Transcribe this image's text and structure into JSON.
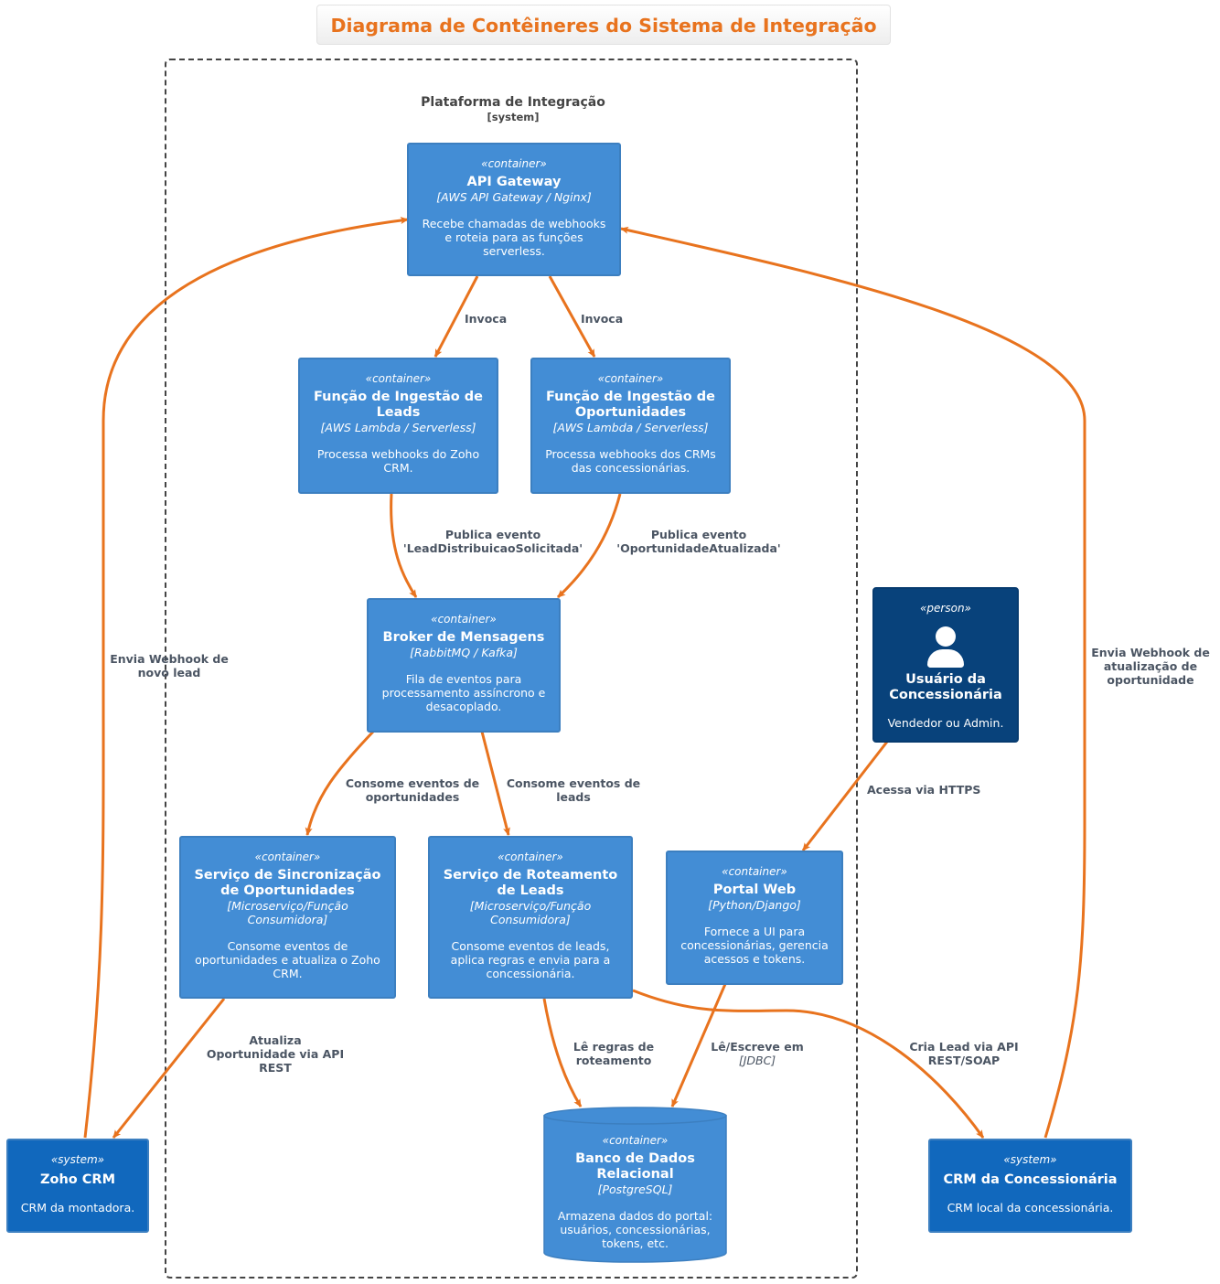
{
  "title": "Diagrama de Contêineres do Sistema de Integração",
  "boundary": {
    "name": "Plataforma de Integração",
    "type": "[system]"
  },
  "nodes": {
    "api_gateway": {
      "stereotype": "«container»",
      "name": "API Gateway",
      "tech": "[AWS API Gateway / Nginx]",
      "desc": "Recebe chamadas de webhooks e roteia para as funções serverless."
    },
    "lead_fn": {
      "stereotype": "«container»",
      "name": "Função de Ingestão de Leads",
      "tech": "[AWS Lambda / Serverless]",
      "desc": "Processa webhooks do Zoho CRM."
    },
    "opp_fn": {
      "stereotype": "«container»",
      "name": "Função de Ingestão de Oportunidades",
      "tech": "[AWS Lambda / Serverless]",
      "desc": "Processa webhooks dos CRMs das concessionárias."
    },
    "broker": {
      "stereotype": "«container»",
      "name": "Broker de Mensagens",
      "tech": "[RabbitMQ / Kafka]",
      "desc": "Fila de eventos para processamento assíncrono e desacoplado."
    },
    "sync_svc": {
      "stereotype": "«container»",
      "name": "Serviço de Sincronização de Oportunidades",
      "tech": "[Microserviço/Função Consumidora]",
      "desc": "Consome eventos de oportunidades e atualiza o Zoho CRM."
    },
    "routing_svc": {
      "stereotype": "«container»",
      "name": "Serviço de Roteamento de Leads",
      "tech": "[Microserviço/Função Consumidora]",
      "desc": "Consome eventos de leads, aplica regras e envia para a concessionária."
    },
    "portal": {
      "stereotype": "«container»",
      "name": "Portal Web",
      "tech": "[Python/Django]",
      "desc": "Fornece a UI para concessionárias, gerencia acessos e tokens."
    },
    "database": {
      "stereotype": "«container»",
      "name": "Banco de Dados Relacional",
      "tech": "[PostgreSQL]",
      "desc": "Armazena dados do portal: usuários, concessionárias, tokens, etc."
    },
    "user": {
      "stereotype": "«person»",
      "name": "Usuário da Concessionária",
      "desc": "Vendedor ou Admin."
    },
    "zoho": {
      "stereotype": "«system»",
      "name": "Zoho CRM",
      "desc": "CRM da montadora."
    },
    "dealer_crm": {
      "stereotype": "«system»",
      "name": "CRM da Concessionária",
      "desc": "CRM local da concessionária."
    }
  },
  "relations": {
    "invoke_leads": "Invoca",
    "invoke_opps": "Invoca",
    "publish_lead": "Publica evento 'LeadDistribuicaoSolicitada'",
    "publish_opp": "Publica evento 'OportunidadeAtualizada'",
    "consume_opps": "Consome eventos de oportunidades",
    "consume_leads": "Consome eventos de leads",
    "access_https": "Acessa via HTTPS",
    "zoho_webhook": "Envia Webhook de novo lead",
    "dealer_webhook": "Envia Webhook de atualização de oportunidade",
    "update_opp": "Atualiza Oportunidade via API REST",
    "read_rules": "Lê regras de roteamento",
    "read_write": "Lê/Escreve em",
    "read_write_tech": "[JDBC]",
    "create_lead": "Cria Lead via API REST/SOAP"
  },
  "colors": {
    "title": "#e8731e",
    "arrow": "#e8731e",
    "container": "#438dd5",
    "system": "#1168bd",
    "person": "#08427b",
    "boundary": "#444444",
    "label": "#4b5563"
  }
}
